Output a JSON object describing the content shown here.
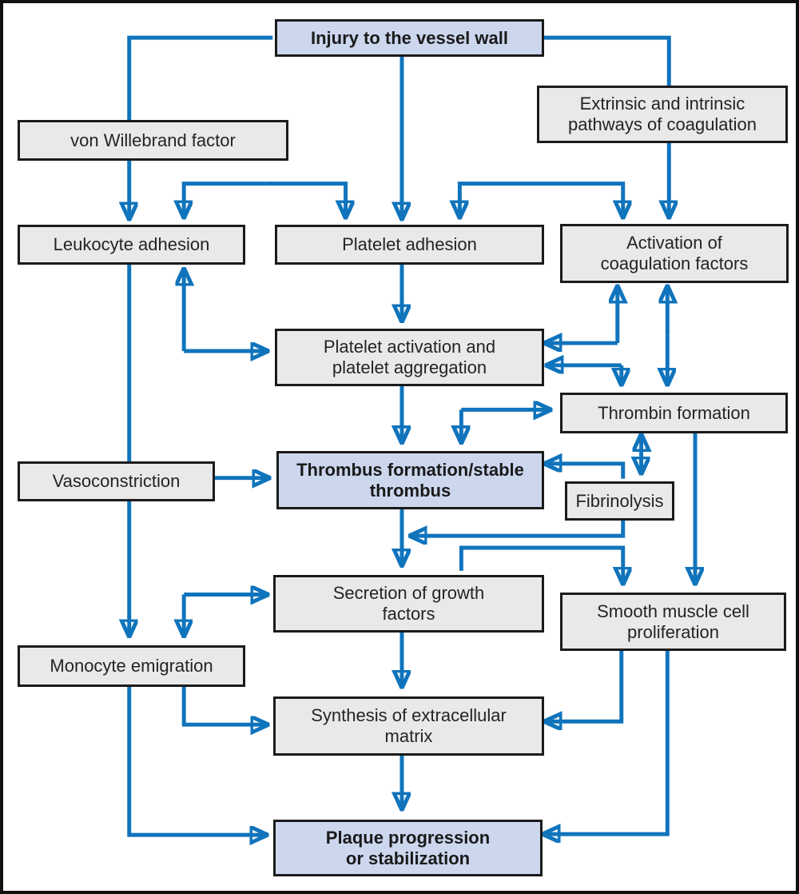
{
  "diagram": {
    "type": "flowchart",
    "topic": "Consequences of injury to the vessel wall: hemostasis, thrombus formation and plaque progression"
  },
  "colors": {
    "arrow": "#1074bc",
    "box_fill": "#e9e9ea",
    "highlight_fill": "#ccd7ee",
    "box_border": "#1b1b1b",
    "frame_border": "#101010",
    "background": "#ffffff"
  },
  "nodes": [
    {
      "id": "injury",
      "emphasis": true,
      "lines": [
        "Injury to the vessel wall"
      ]
    },
    {
      "id": "von_willebrand",
      "emphasis": false,
      "lines": [
        "von Willebrand factor"
      ]
    },
    {
      "id": "extrinsic_pathways",
      "emphasis": false,
      "lines": [
        "Extrinsic and intrinsic",
        "pathways of coagulation"
      ]
    },
    {
      "id": "leukocyte_adhesion",
      "emphasis": false,
      "lines": [
        "Leukocyte adhesion"
      ]
    },
    {
      "id": "platelet_adhesion",
      "emphasis": false,
      "lines": [
        "Platelet adhesion"
      ]
    },
    {
      "id": "activation_coagulation",
      "emphasis": false,
      "lines": [
        "Activation of",
        "coagulation factors"
      ]
    },
    {
      "id": "platelet_activation",
      "emphasis": false,
      "lines": [
        "Platelet activation and",
        "platelet aggregation"
      ]
    },
    {
      "id": "thrombin_formation",
      "emphasis": false,
      "lines": [
        "Thrombin formation"
      ]
    },
    {
      "id": "vasoconstriction",
      "emphasis": false,
      "lines": [
        "Vasoconstriction"
      ]
    },
    {
      "id": "thrombus_formation",
      "emphasis": true,
      "lines": [
        "Thrombus formation/stable",
        "thrombus"
      ]
    },
    {
      "id": "fibrinolysis",
      "emphasis": false,
      "lines": [
        "Fibrinolysis"
      ]
    },
    {
      "id": "secretion_growth_factors",
      "emphasis": false,
      "lines": [
        "Secretion of growth",
        "factors"
      ]
    },
    {
      "id": "smooth_muscle",
      "emphasis": false,
      "lines": [
        "Smooth muscle cell",
        "proliferation"
      ]
    },
    {
      "id": "monocyte_emigration",
      "emphasis": false,
      "lines": [
        "Monocyte emigration"
      ]
    },
    {
      "id": "synthesis_matrix",
      "emphasis": false,
      "lines": [
        "Synthesis of extracellular",
        "matrix"
      ]
    },
    {
      "id": "plaque_progression",
      "emphasis": true,
      "lines": [
        "Plaque progression",
        "or stabilization"
      ]
    }
  ],
  "edges": [
    {
      "from": "injury",
      "to": "leukocyte_adhesion",
      "through": "von_willebrand"
    },
    {
      "from": "injury",
      "to": "platelet_adhesion"
    },
    {
      "from": "injury",
      "to": "activation_coagulation",
      "through": "extrinsic_pathways"
    },
    {
      "joint_branch": [
        "leukocyte_adhesion",
        "platelet_adhesion"
      ]
    },
    {
      "joint_branch": [
        "platelet_adhesion",
        "activation_coagulation"
      ]
    },
    {
      "from": "platelet_activation",
      "to": "leukocyte_adhesion",
      "bidirectional": true
    },
    {
      "from": "platelet_adhesion",
      "to": "platelet_activation"
    },
    {
      "from": "activation_coagulation",
      "to": "platelet_activation",
      "bidirectional": true
    },
    {
      "from": "platelet_activation",
      "to": "thrombin_formation",
      "bidirectional": true
    },
    {
      "from": "activation_coagulation",
      "to": "thrombin_formation",
      "bidirectional": true
    },
    {
      "from": "platelet_activation",
      "to": "thrombus_formation"
    },
    {
      "from": "thrombus_formation",
      "to": "thrombin_formation",
      "bidirectional": true
    },
    {
      "from": "vasoconstriction",
      "to": "thrombus_formation"
    },
    {
      "from": "fibrinolysis",
      "to": "thrombus_formation"
    },
    {
      "from": "thrombin_formation",
      "to": "fibrinolysis",
      "bidirectional": true
    },
    {
      "from": "thrombus_formation",
      "to": "secretion_growth_factors"
    },
    {
      "from": "fibrinolysis",
      "to": "secretion_growth_factors",
      "note": "feedback into thrombus-to-secretion pathway"
    },
    {
      "from": "leukocyte_adhesion",
      "to": "monocyte_emigration",
      "through": "vasoconstriction"
    },
    {
      "from": "monocyte_emigration",
      "to": "secretion_growth_factors",
      "bidirectional": true
    },
    {
      "from": "secretion_growth_factors",
      "to": "smooth_muscle"
    },
    {
      "from": "thrombin_formation",
      "to": "smooth_muscle"
    },
    {
      "from": "secretion_growth_factors",
      "to": "synthesis_matrix"
    },
    {
      "from": "monocyte_emigration",
      "to": "synthesis_matrix"
    },
    {
      "from": "smooth_muscle",
      "to": "synthesis_matrix"
    },
    {
      "from": "synthesis_matrix",
      "to": "plaque_progression"
    },
    {
      "from": "monocyte_emigration",
      "to": "plaque_progression"
    },
    {
      "from": "smooth_muscle",
      "to": "plaque_progression"
    }
  ]
}
